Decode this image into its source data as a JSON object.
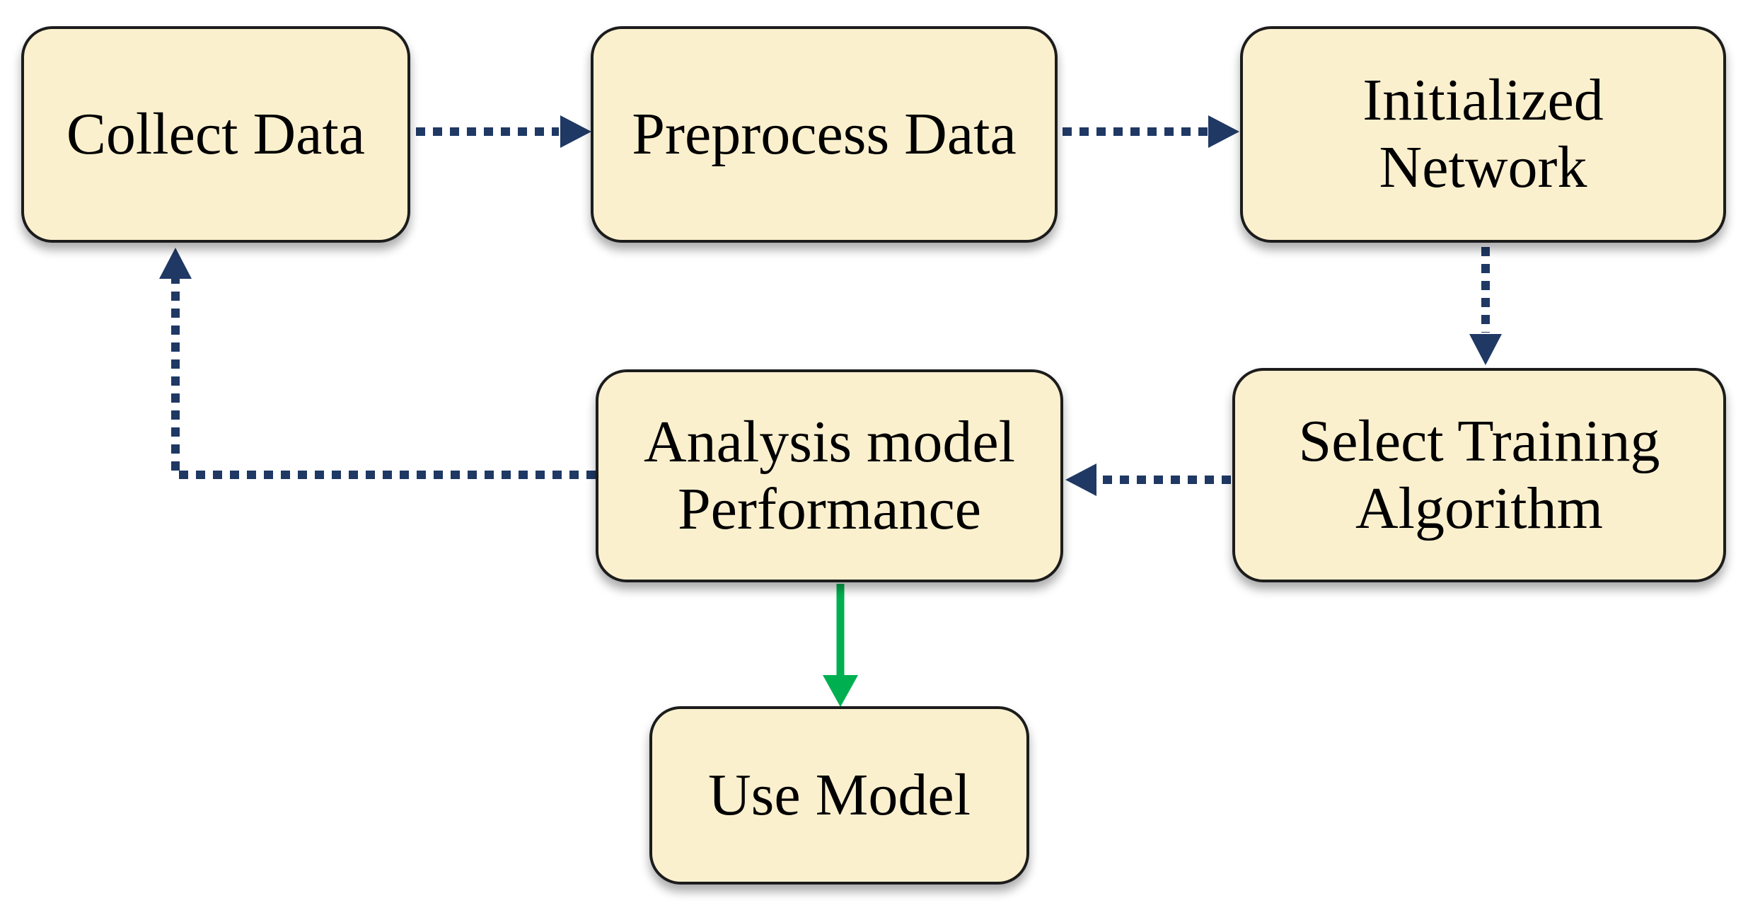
{
  "diagram": {
    "background": "#FFFFFF",
    "nodes": [
      {
        "id": "collect-data",
        "label": "Collect Data"
      },
      {
        "id": "preprocess-data",
        "label": "Preprocess Data"
      },
      {
        "id": "initialized-network",
        "label": "Initialized\nNetwork"
      },
      {
        "id": "select-training-algorithm",
        "label": "Select Training\nAlgorithm"
      },
      {
        "id": "analysis-model-performance",
        "label": "Analysis model\nPerformance"
      },
      {
        "id": "use-model",
        "label": "Use Model"
      }
    ],
    "edges": [
      {
        "from": "collect-data",
        "to": "preprocess-data",
        "style": "dotted",
        "color": "#1F3864"
      },
      {
        "from": "preprocess-data",
        "to": "initialized-network",
        "style": "dotted",
        "color": "#1F3864"
      },
      {
        "from": "initialized-network",
        "to": "select-training-algorithm",
        "style": "dotted",
        "color": "#1F3864"
      },
      {
        "from": "select-training-algorithm",
        "to": "analysis-model-performance",
        "style": "dotted",
        "color": "#1F3864"
      },
      {
        "from": "analysis-model-performance",
        "to": "collect-data",
        "style": "dotted",
        "color": "#1F3864"
      },
      {
        "from": "analysis-model-performance",
        "to": "use-model",
        "style": "solid",
        "color": "#00B050"
      }
    ],
    "colors": {
      "node_fill": "#FBF0CE",
      "node_border": "#1C1C1C",
      "node_text": "#000000",
      "dotted_arrow": "#1F3864",
      "solid_arrow": "#00B050"
    }
  }
}
